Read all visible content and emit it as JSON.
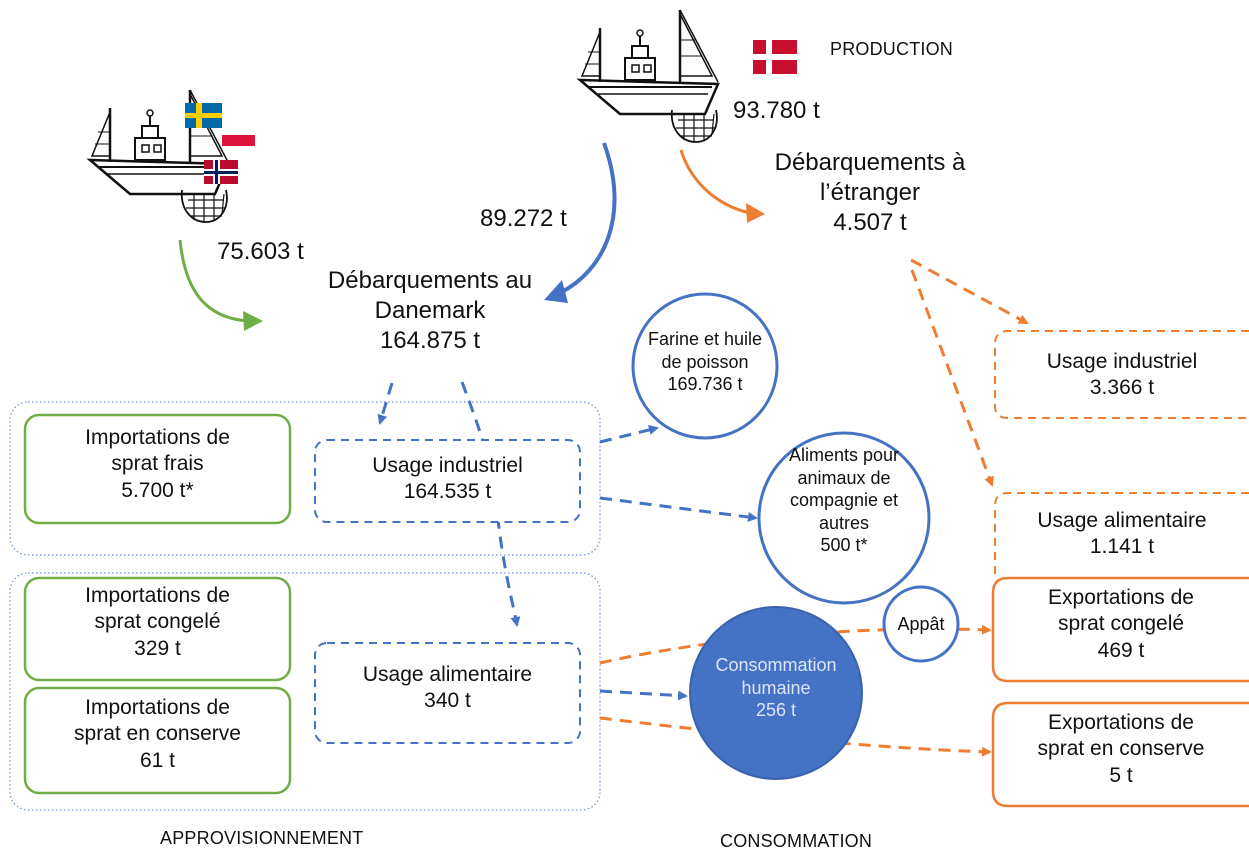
{
  "sections": {
    "production": "PRODUCTION",
    "supply": "APPROVISIONNEMENT",
    "consumption": "CONSOMMATION"
  },
  "flows": {
    "production_total": "93.780 t",
    "danish_fleet_to_dk": "89.272 t",
    "foreign_fleet_to_dk": "75.603 t",
    "foreign_landings": {
      "line1": "Débarquements à",
      "line2": "l’étranger",
      "value": "4.507 t"
    },
    "dk_landings": {
      "line1": "Débarquements au",
      "line2": "Danemark",
      "value": "164.875 t"
    }
  },
  "imports": [
    {
      "line1": "Importations de",
      "line2": "sprat frais",
      "value": "5.700 t*"
    },
    {
      "line1": "Importations de",
      "line2": "sprat congelé",
      "value": "329 t"
    },
    {
      "line1": "Importations de",
      "line2": "sprat en conserve",
      "value": "61 t"
    }
  ],
  "dk_use": {
    "industrial": {
      "label": "Usage industriel",
      "value": "164.535 t"
    },
    "food": {
      "label": "Usage alimentaire",
      "value": "340 t"
    }
  },
  "foreign_use": {
    "industrial": {
      "label": "Usage industriel",
      "value": "3.366 t"
    },
    "food": {
      "label": "Usage alimentaire",
      "value": "1.141 t"
    }
  },
  "outputs": {
    "fishmeal": {
      "line1": "Farine et huile",
      "line2": "de poisson",
      "value": "169.736 t"
    },
    "petfood": {
      "line1": "Aliments pour",
      "line2": "animaux de",
      "line3": "compagnie et",
      "line4": "autres",
      "value": "500 t*"
    },
    "bait": "Appât",
    "human": {
      "line1": "Consommation",
      "line2": "humaine",
      "value": "256 t"
    }
  },
  "exports": [
    {
      "line1": "Exportations de",
      "line2": "sprat congelé",
      "value": "469 t"
    },
    {
      "line1": "Exportations de",
      "line2": "sprat en conserve",
      "value": "5 t"
    }
  ],
  "colors": {
    "blue": "#4472c4",
    "orange": "#ed7d31",
    "green": "#70ad47",
    "danish_red": "#c8102e",
    "swedish_blue": "#006aa7",
    "swedish_yellow": "#fecc00",
    "norwegian_red": "#ba0c2f",
    "norwegian_blue": "#00205b",
    "polish_red": "#dc143c"
  },
  "icons": [
    "fishing-boat-icon",
    "danish-flag-icon",
    "swedish-flag-icon",
    "polish-flag-icon",
    "norwegian-flag-icon"
  ]
}
